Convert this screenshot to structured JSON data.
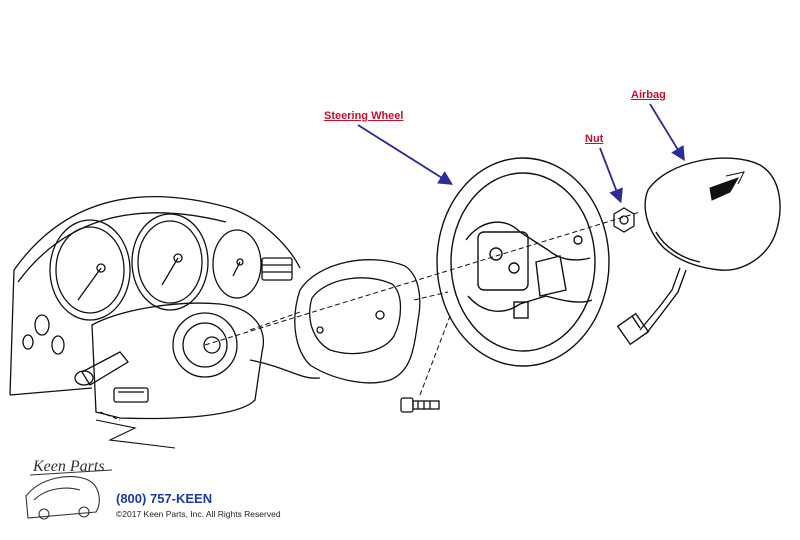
{
  "labels": {
    "steering_wheel": "Steering Wheel",
    "nut": "Nut",
    "airbag": "Airbag"
  },
  "footer": {
    "phone": "(800) 757-KEEN",
    "copyright": "©2017 Keen Parts, Inc. All Rights Reserved"
  },
  "logo": {
    "text": "Keen Parts"
  },
  "colors": {
    "label_red": "#c8102e",
    "arrow_blue": "#2b2b9a",
    "phone_blue": "#1a3aa8",
    "line_art": "#111111"
  }
}
